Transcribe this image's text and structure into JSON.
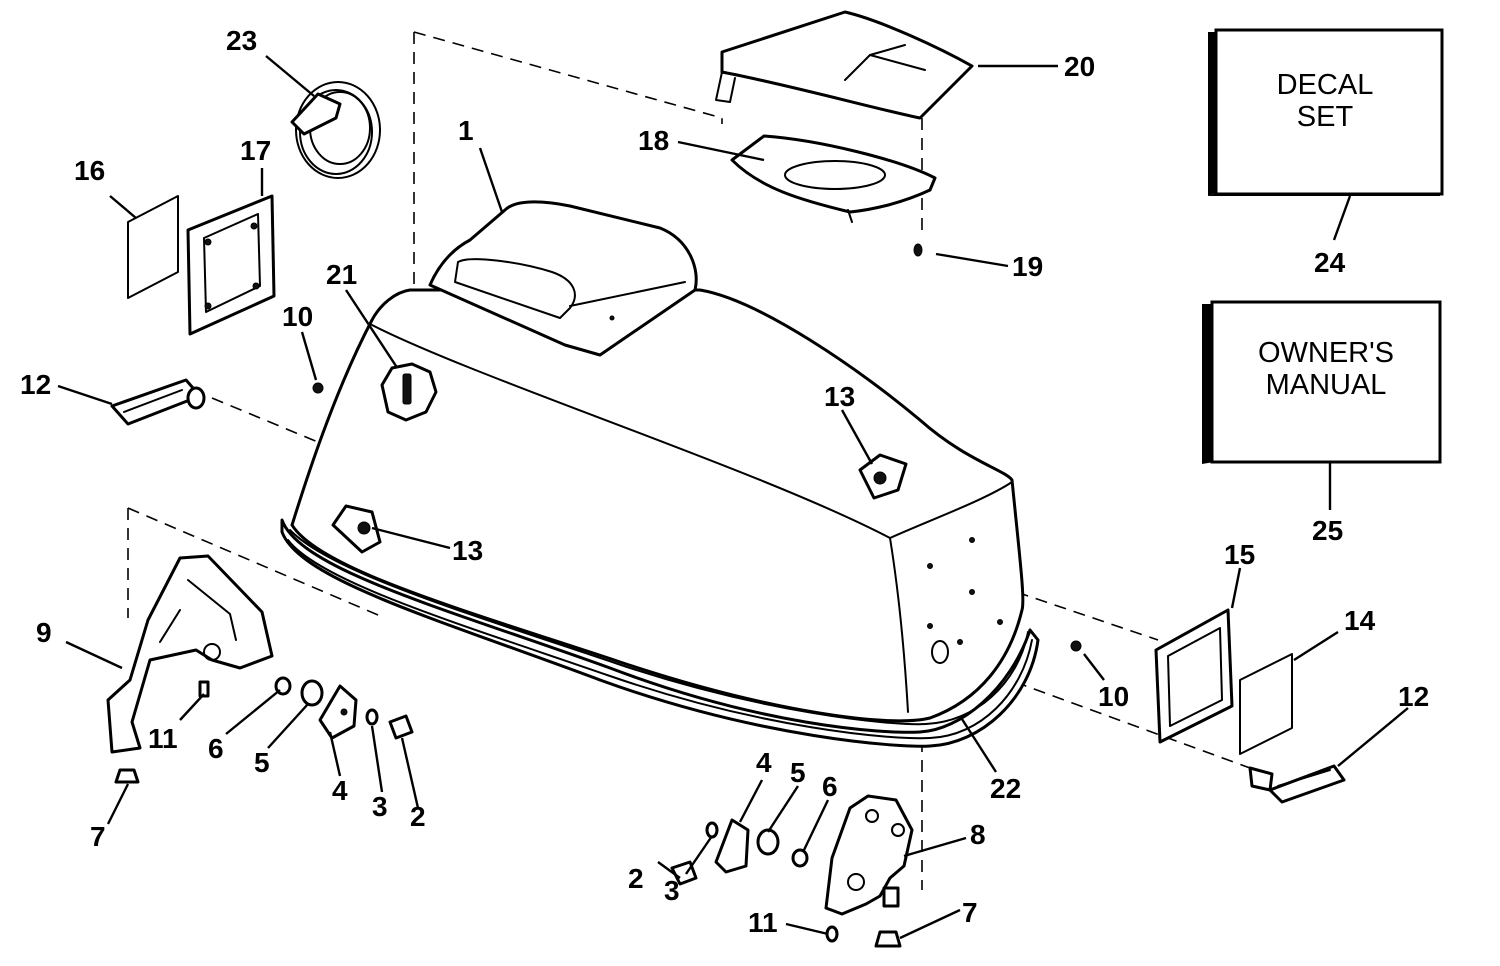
{
  "part_numbers": {
    "p1": "1",
    "p2a": "2",
    "p2b": "2",
    "p3a": "3",
    "p3b": "3",
    "p4a": "4",
    "p4b": "4",
    "p5a": "5",
    "p5b": "5",
    "p6a": "6",
    "p6b": "6",
    "p7a": "7",
    "p7b": "7",
    "p8": "8",
    "p9": "9",
    "p10a": "10",
    "p10b": "10",
    "p11a": "11",
    "p11b": "11",
    "p12a": "12",
    "p12b": "12",
    "p13a": "13",
    "p13b": "13",
    "p14": "14",
    "p15": "15",
    "p16": "16",
    "p17": "17",
    "p18": "18",
    "p19": "19",
    "p20": "20",
    "p21": "21",
    "p22": "22",
    "p23": "23",
    "p24": "24",
    "p25": "25"
  },
  "boxes": {
    "decal_line1": "DECAL",
    "decal_line2": "SET",
    "manual_line1": "OWNER'S",
    "manual_line2": "MANUAL"
  }
}
